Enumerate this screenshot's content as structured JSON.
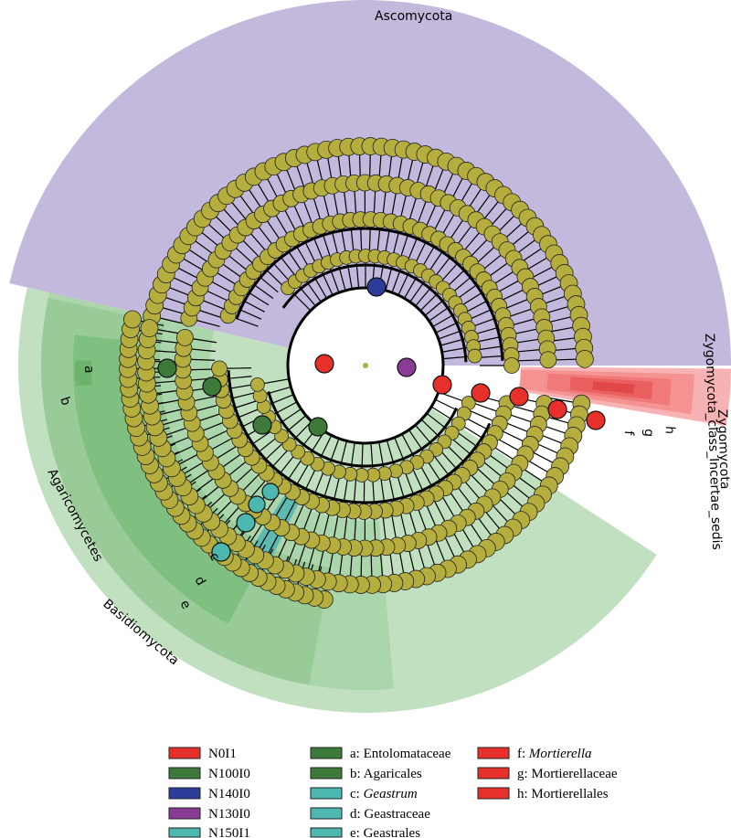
{
  "cladogram": {
    "sectors": [
      {
        "name": "Ascomycota",
        "color": "#c3b9dd"
      },
      {
        "name": "Basidiomycota",
        "color": "#c1e0c0"
      },
      {
        "name": "Agaricomycetes",
        "color": "#98cb98"
      },
      {
        "name": "Zygomycota",
        "color": "#f7b3b3"
      },
      {
        "name": "Zygomycota_class_Incertae_sedis",
        "color": "#f59393"
      }
    ],
    "clade_labels": [
      "a",
      "b",
      "c",
      "d",
      "e",
      "f",
      "g",
      "h"
    ],
    "colors": {
      "node_default": "#b5ad3d",
      "N0I1": "#e8302a",
      "N100I0": "#3d7a3a",
      "N140I0": "#2e3d9a",
      "N130I0": "#8a3b96",
      "N150I1": "#4db8b0"
    }
  },
  "legend": {
    "groups": [
      {
        "label": "N0I1",
        "color": "#e8302a"
      },
      {
        "label": "N100I0",
        "color": "#3d7a3a"
      },
      {
        "label": "N140I0",
        "color": "#2e3d9a"
      },
      {
        "label": "N130I0",
        "color": "#8a3b96"
      },
      {
        "label": "N150I1",
        "color": "#4db8b0"
      }
    ],
    "taxa": [
      {
        "key": "a:",
        "name": "Entolomataceae",
        "italic": false,
        "color": "#3d7a3a"
      },
      {
        "key": "b:",
        "name": "Agaricales",
        "italic": false,
        "color": "#3d7a3a"
      },
      {
        "key": "c:",
        "name": "Geastrum",
        "italic": true,
        "color": "#4db8b0"
      },
      {
        "key": "d:",
        "name": "Geastraceae",
        "italic": false,
        "color": "#4db8b0"
      },
      {
        "key": "e:",
        "name": "Geastrales",
        "italic": false,
        "color": "#4db8b0"
      },
      {
        "key": "f:",
        "name": "Mortierella",
        "italic": true,
        "color": "#e8302a"
      },
      {
        "key": "g:",
        "name": "Mortierellaceae",
        "italic": false,
        "color": "#e8302a"
      },
      {
        "key": "h:",
        "name": "Mortierellales",
        "italic": false,
        "color": "#e8302a"
      }
    ]
  }
}
